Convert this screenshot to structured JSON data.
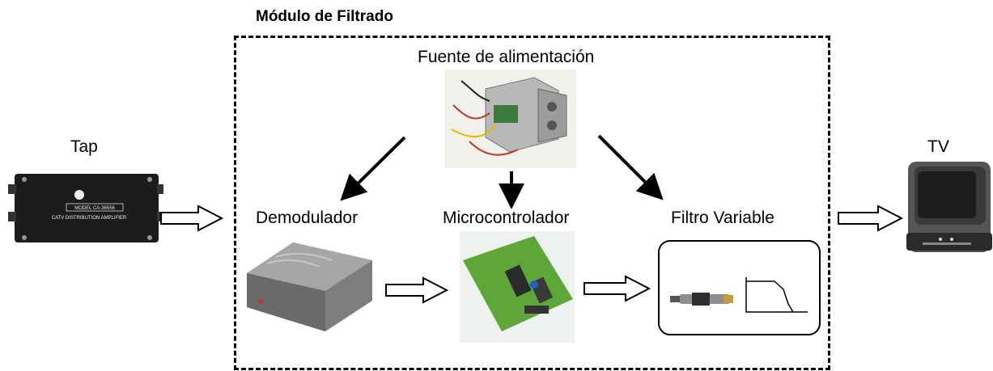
{
  "module": {
    "title": "Módulo de Filtrado"
  },
  "nodes": {
    "tap": {
      "label": "Tap",
      "device_text": [
        "MODEL CA-36556",
        "CATV DISTRIBUTION AMPLIFIER"
      ]
    },
    "power_supply": {
      "label": "Fuente de alimentación"
    },
    "demodulator": {
      "label": "Demodulador"
    },
    "microcontroller": {
      "label": "Microcontrolador"
    },
    "variable_filter": {
      "label": "Filtro Variable"
    },
    "tv": {
      "label": "TV"
    }
  },
  "colors": {
    "line": "#000000",
    "board": "#5ea63a",
    "device_gray": "#8b8b8b"
  }
}
